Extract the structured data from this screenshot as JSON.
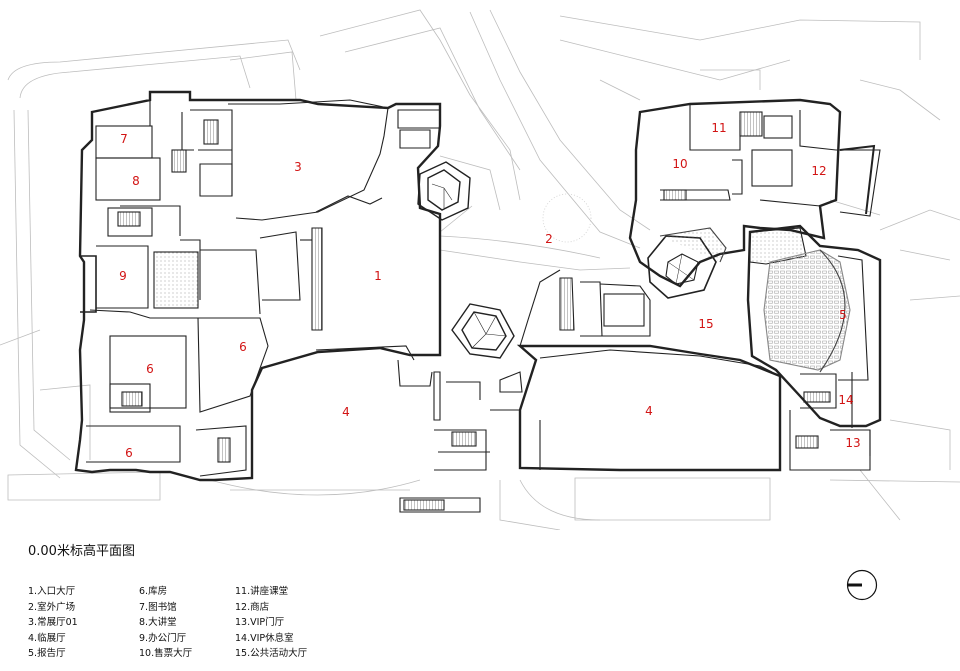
{
  "title": "0.00米标高平面图",
  "legend": [
    [
      "1.入口大厅",
      "2.室外广场",
      "3.常展厅01",
      "4.临展厅",
      "5.报告厅"
    ],
    [
      "6.库房",
      "7.图书馆",
      "8.大讲堂",
      "9.办公门厅",
      "10.售票大厅"
    ],
    [
      "11.讲座课堂",
      "12.商店",
      "13.VIP门厅",
      "14.VIP休息室",
      "15.公共活动大厅"
    ]
  ],
  "room_labels": {
    "r1": "1",
    "r2": "2",
    "r3": "3",
    "r4a": "4",
    "r4b": "4",
    "r5": "5",
    "r6a": "6",
    "r6b": "6",
    "r6c": "6",
    "r7": "7",
    "r8": "8",
    "r9": "9",
    "r10": "10",
    "r11": "11",
    "r12": "12",
    "r13": "13",
    "r14": "14",
    "r15": "15"
  },
  "colors": {
    "label": "#d21414",
    "wall": "#222222",
    "site": "#bdbdbd"
  },
  "icons": {
    "north": "north-arrow-icon"
  }
}
